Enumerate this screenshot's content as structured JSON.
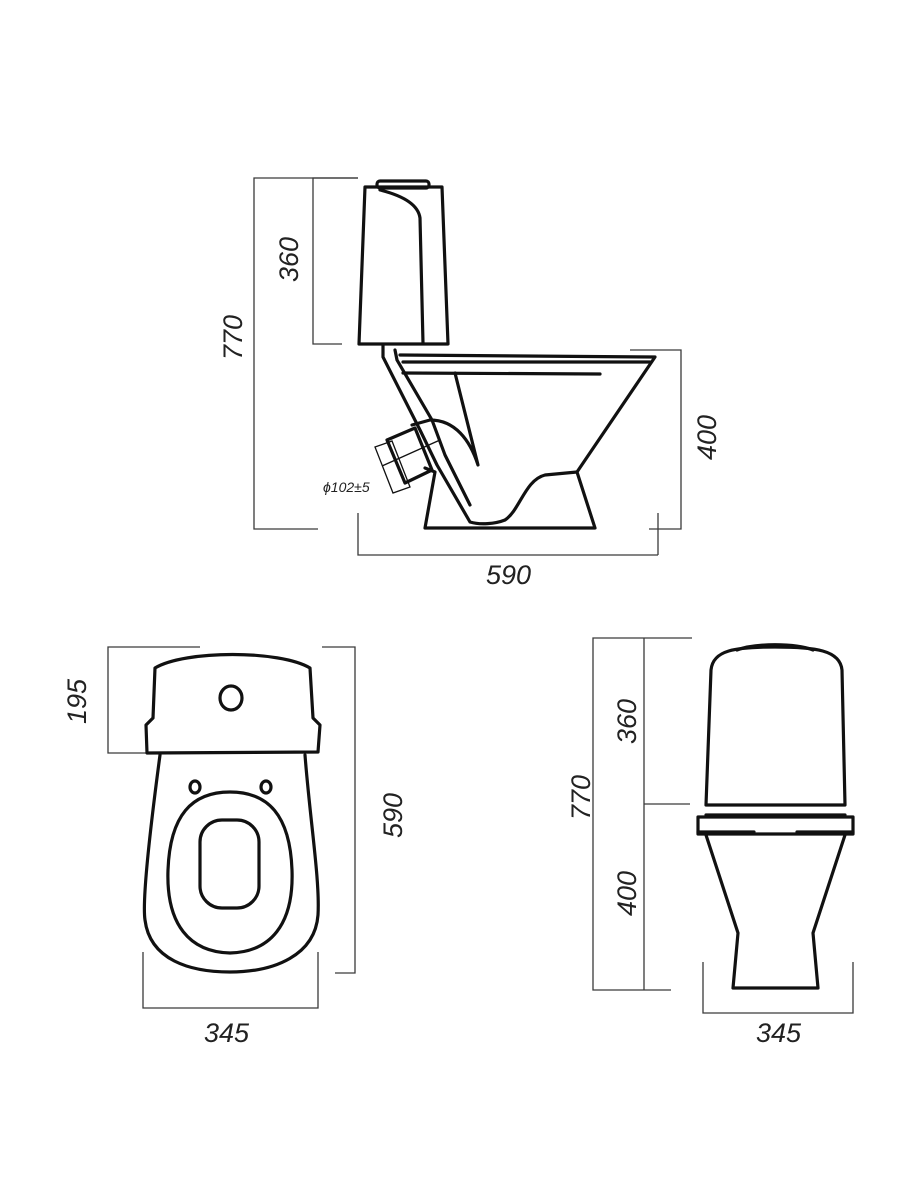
{
  "side_view": {
    "total_height": "770",
    "tank_height": "360",
    "bowl_height": "400",
    "depth": "590",
    "outlet_diameter": "ϕ102±5"
  },
  "top_view": {
    "tank_depth": "195",
    "depth": "590",
    "width": "345"
  },
  "front_view": {
    "total_height": "770",
    "tank_height": "360",
    "bowl_height": "400",
    "width": "345"
  },
  "colors": {
    "line": "#111111",
    "dimension": "#3a3a3a",
    "background": "#ffffff"
  }
}
